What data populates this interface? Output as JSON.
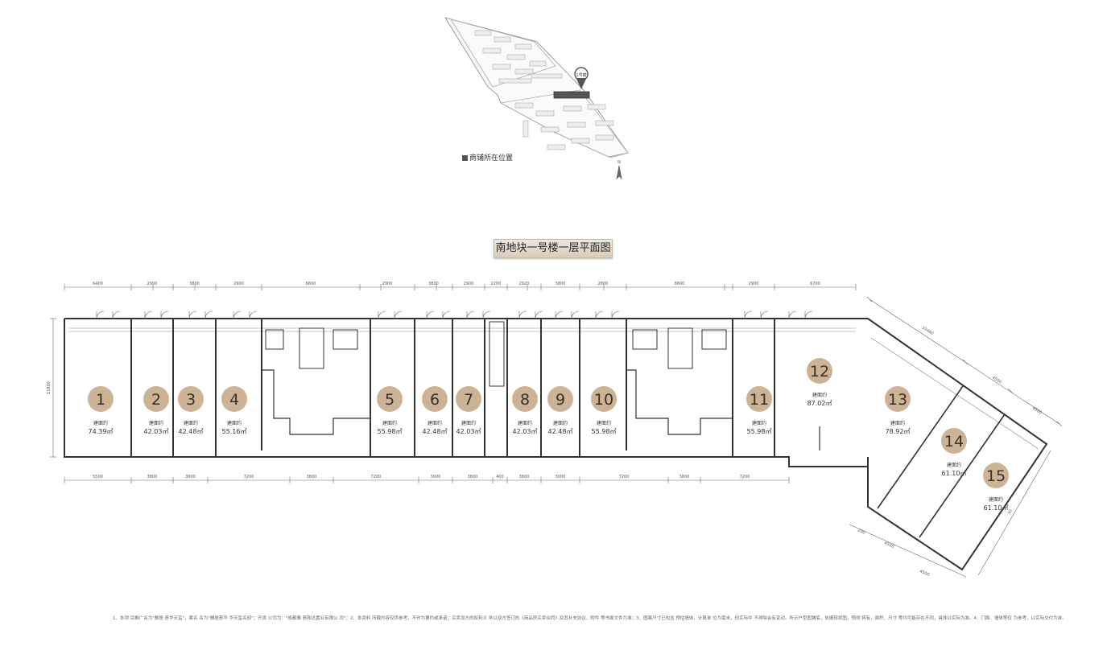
{
  "title": "南地块一号楼一层平面图",
  "site_map": {
    "legend": "商铺所在位置",
    "marker_label": "1号楼",
    "north_label": "N"
  },
  "units": [
    {
      "no": "1",
      "label": "建面约",
      "area": "74.39㎡"
    },
    {
      "no": "2",
      "label": "建面约",
      "area": "42.03㎡"
    },
    {
      "no": "3",
      "label": "建面约",
      "area": "42.48㎡"
    },
    {
      "no": "4",
      "label": "建面约",
      "area": "55.16㎡"
    },
    {
      "no": "5",
      "label": "建面约",
      "area": "55.98㎡"
    },
    {
      "no": "6",
      "label": "建面约",
      "area": "42.48㎡"
    },
    {
      "no": "7",
      "label": "建面约",
      "area": "42.03㎡"
    },
    {
      "no": "8",
      "label": "建面约",
      "area": "42.03㎡"
    },
    {
      "no": "9",
      "label": "建面约",
      "area": "42.48㎡"
    },
    {
      "no": "10",
      "label": "建面约",
      "area": "55.98㎡"
    },
    {
      "no": "11",
      "label": "建面约",
      "area": "55.98㎡"
    },
    {
      "no": "12",
      "label": "建面约",
      "area": "87.02㎡"
    },
    {
      "no": "13",
      "label": "建面约",
      "area": "78.92㎡"
    },
    {
      "no": "14",
      "label": "建面约",
      "area": "61.10㎡"
    },
    {
      "no": "15",
      "label": "建面约",
      "area": "61.10㎡"
    }
  ],
  "dims_top": [
    "6400",
    "2900",
    "3800",
    "2900",
    "6800",
    "2900",
    "3800",
    "2900",
    "2200",
    "2920",
    "3800",
    "2800",
    "8800",
    "2900",
    "6700"
  ],
  "dims_bottom": [
    "5500",
    "3800",
    "3000",
    "7200",
    "3800",
    "7200",
    "3000",
    "3800",
    "400",
    "3800",
    "3000",
    "7200",
    "3800",
    "7200"
  ],
  "dim_left": "11800",
  "dims_angled": [
    "10460",
    "4500",
    "4500"
  ],
  "dims_angled_bottom": [
    "200",
    "4500",
    "4500"
  ],
  "dim_right_side": "30",
  "notes": "1、本项 目推广名为\"雅居 荟华天玺\"，案名 名为\"雅居荟华 华天玺名邸\"；开发 公司为：\"成都雅 荟和达置业有限公 司\"；2、本资料 所载内容仅供参考，不作为要约或承诺；买卖双方的权利义 务以双方签订的《商品房买卖合同》及其补充协议、附件 等书面文件为准；3、图案尺寸已包含 预估墙体，计算单 位为毫米，但实际中 不排除会有变动。所示户型图铺底，依据现状图，预测 将有，面积、尺寸 等均可能存在不同，具体以实际为准。4、门面、墙体等仅 为参考，以实际交付为准。"
}
